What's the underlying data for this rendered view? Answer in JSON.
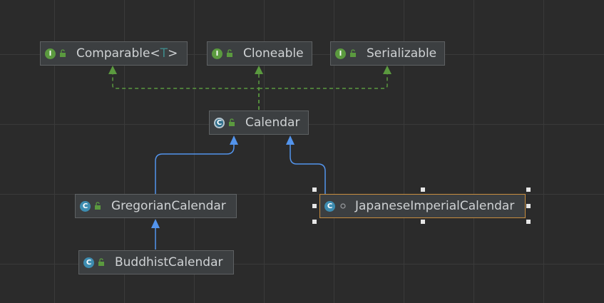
{
  "nodes": {
    "comparable": {
      "name": "Comparable",
      "generic_open": "<",
      "type_param": "T",
      "generic_close": ">",
      "kind": "interface",
      "kind_letter": "I"
    },
    "cloneable": {
      "name": "Cloneable",
      "kind": "interface",
      "kind_letter": "I"
    },
    "serializable": {
      "name": "Serializable",
      "kind": "interface",
      "kind_letter": "I"
    },
    "calendar": {
      "name": "Calendar",
      "kind": "abstract-class",
      "kind_letter": "C"
    },
    "gregorian_calendar": {
      "name": "GregorianCalendar",
      "kind": "class",
      "kind_letter": "C"
    },
    "japanese_imperial_calendar": {
      "name": "JapaneseImperialCalendar",
      "kind": "class",
      "kind_letter": "C",
      "selected": true
    },
    "buddhist_calendar": {
      "name": "BuddhistCalendar",
      "kind": "class",
      "kind_letter": "C"
    }
  },
  "colors": {
    "background": "#2b2b2b",
    "node_fill": "#3c3f41",
    "node_border": "#5e6163",
    "selected_border": "#c88d3f",
    "implements_edge": "#5b9a3f",
    "extends_edge": "#5394ec"
  },
  "edges": [
    {
      "from": "calendar",
      "to": "comparable",
      "relation": "implements"
    },
    {
      "from": "calendar",
      "to": "cloneable",
      "relation": "implements"
    },
    {
      "from": "calendar",
      "to": "serializable",
      "relation": "implements"
    },
    {
      "from": "gregorian_calendar",
      "to": "calendar",
      "relation": "extends"
    },
    {
      "from": "japanese_imperial_calendar",
      "to": "calendar",
      "relation": "extends"
    },
    {
      "from": "buddhist_calendar",
      "to": "gregorian_calendar",
      "relation": "extends"
    }
  ]
}
